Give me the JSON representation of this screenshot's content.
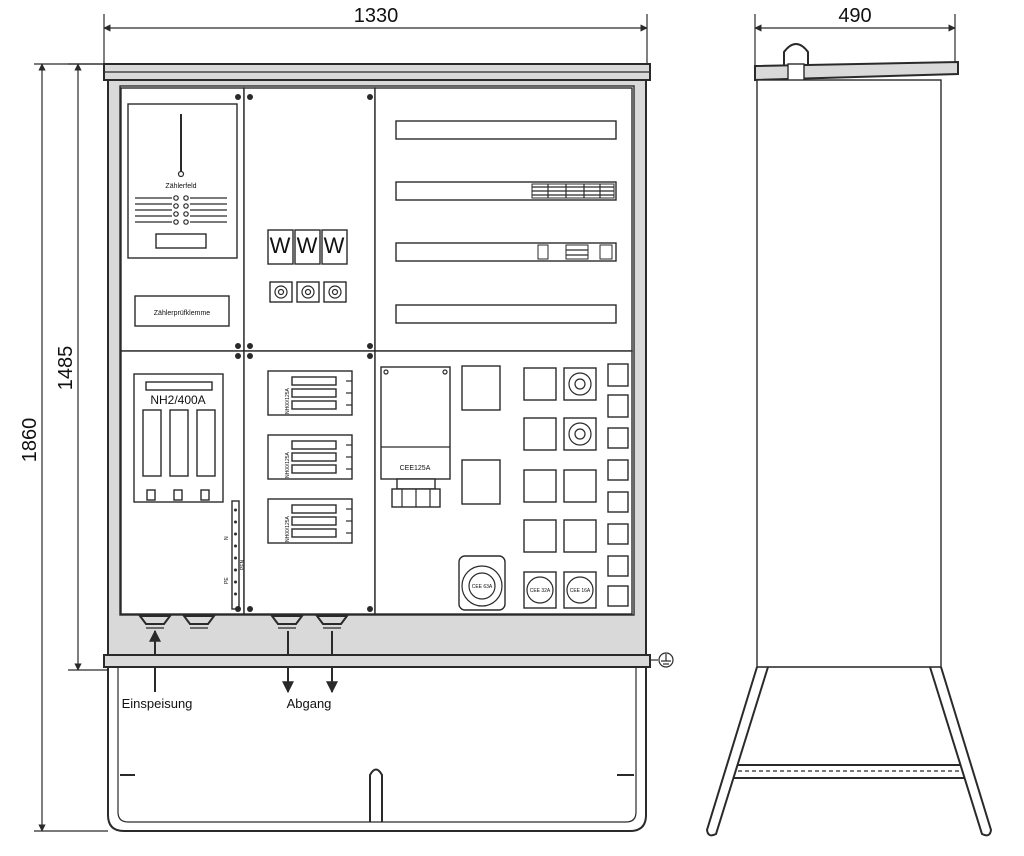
{
  "dimensions": {
    "front_width": "1330",
    "side_width": "490",
    "total_height": "1860",
    "cabinet_height": "1485"
  },
  "labels": {
    "meter_field": "Zählerfeld",
    "meter_test_terminal": "Zählerprüfklemme",
    "nh_switch": "NH2/400A",
    "nh_125a_1": "NH00/125A",
    "nh_125a_2": "NH00/125A",
    "nh_125a_3": "NH00/125A",
    "cee_125a": "CEE125A",
    "cee_63a": "CEE 63A",
    "cee_32a": "CEE 32A",
    "cee_16a": "CEE 16A",
    "feed": "Einspeisung",
    "outlet": "Abgang",
    "terminal_n": "N",
    "terminal_pen": "PEN",
    "terminal_pe": "PE",
    "w_glyph": "W"
  },
  "colors": {
    "line": "#2a2a2a",
    "frame_fill": "#d9d9d9",
    "panel_fill": "#ffffff"
  }
}
